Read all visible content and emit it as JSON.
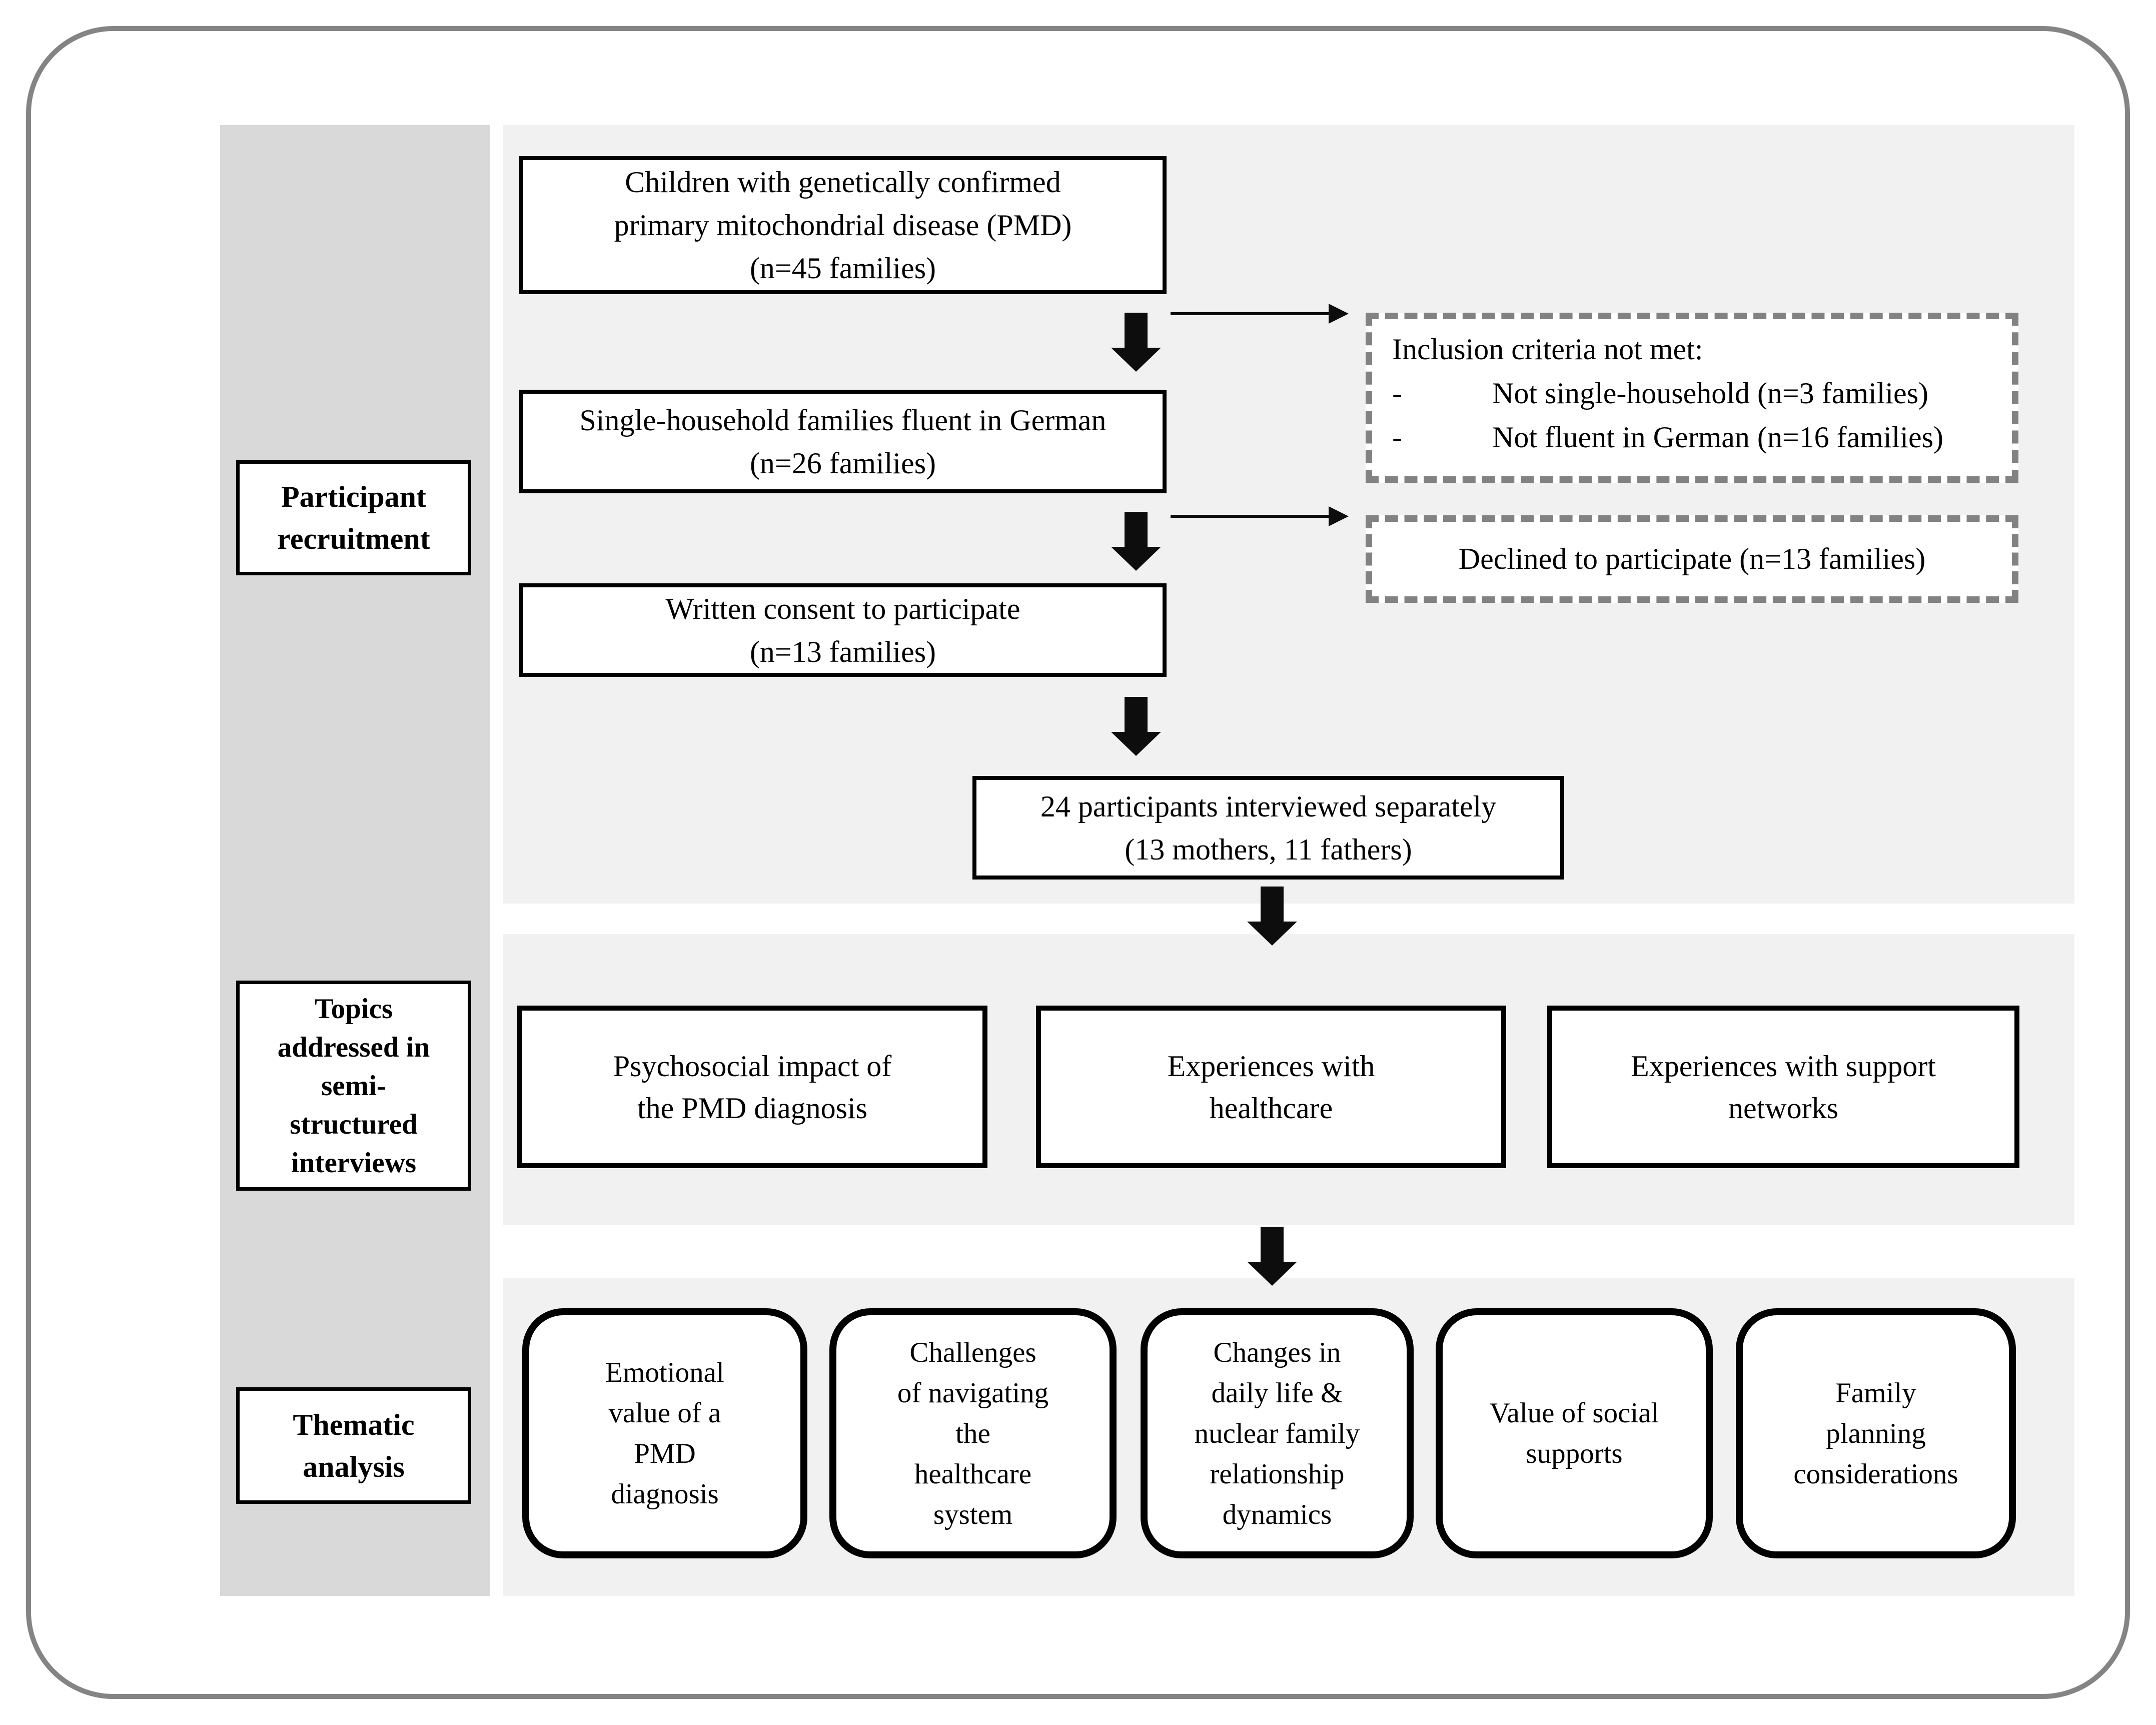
{
  "colors": {
    "sidebar_bg": "#d9d9d9",
    "section_bg": "#f1f1f1",
    "box_border": "#000000",
    "dashed_border": "#828282",
    "frame_border": "#848484",
    "text": "#000000"
  },
  "sidebar": {
    "labels": [
      {
        "text": "Participant\nrecruitment"
      },
      {
        "text": "Topics\naddressed in\nsemi-\nstructured\ninterviews"
      },
      {
        "text": "Thematic\nanalysis"
      }
    ]
  },
  "recruitment": {
    "eligible": "Children with genetically confirmed\nprimary mitochondrial disease (PMD)\n(n=45 families)",
    "single_household": "Single-household families fluent in German\n(n=26 families)",
    "consent": "Written consent to participate\n(n=13 families)",
    "interviewed": "24 participants interviewed separately\n(13 mothers, 11 fathers)",
    "exclusion_criteria": {
      "title": "Inclusion criteria not met:",
      "bullet": "-",
      "items": [
        "Not single-household (n=3 families)",
        "Not fluent in German (n=16 families)"
      ]
    },
    "declined": "Declined to participate (n=13 families)"
  },
  "topics": [
    "Psychosocial impact of\nthe PMD diagnosis",
    "Experiences with\nhealthcare",
    "Experiences with support\nnetworks"
  ],
  "themes": [
    "Emotional\nvalue of a\nPMD\ndiagnosis",
    "Challenges\nof navigating\nthe\nhealthcare\nsystem",
    "Changes in\ndaily life &\nnuclear family\nrelationship\ndynamics",
    "Value of social\nsupports",
    "Family\nplanning\nconsiderations"
  ]
}
